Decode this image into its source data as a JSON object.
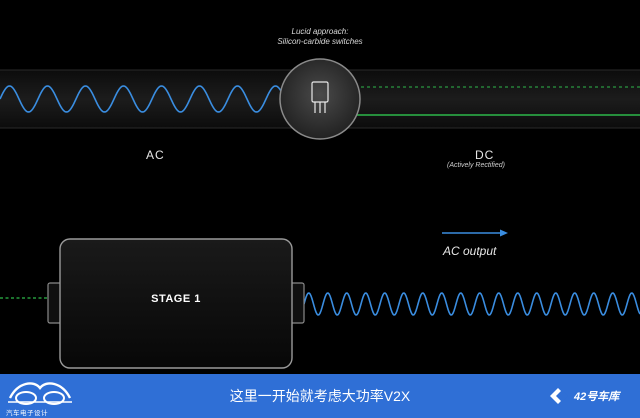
{
  "diagram": {
    "caption_line1": "Lucid approach:",
    "caption_line2": "Silicon-carbide switches",
    "ac_label": "AC",
    "dc_label": "DC",
    "dc_sublabel": "(Actively Rectified)",
    "ac_output_label": "AC output",
    "stage_label": "STAGE 1"
  },
  "footer": {
    "title": "这里一开始就考虑大功率V2X",
    "left_logo_text": "汽车电子设计",
    "right_logo_text": "42号车库"
  },
  "colors": {
    "wave_blue": "#3a8de0",
    "dc_green": "#2db84a",
    "footer_blue": "#2f6fd6",
    "band_gray": "#141414"
  }
}
